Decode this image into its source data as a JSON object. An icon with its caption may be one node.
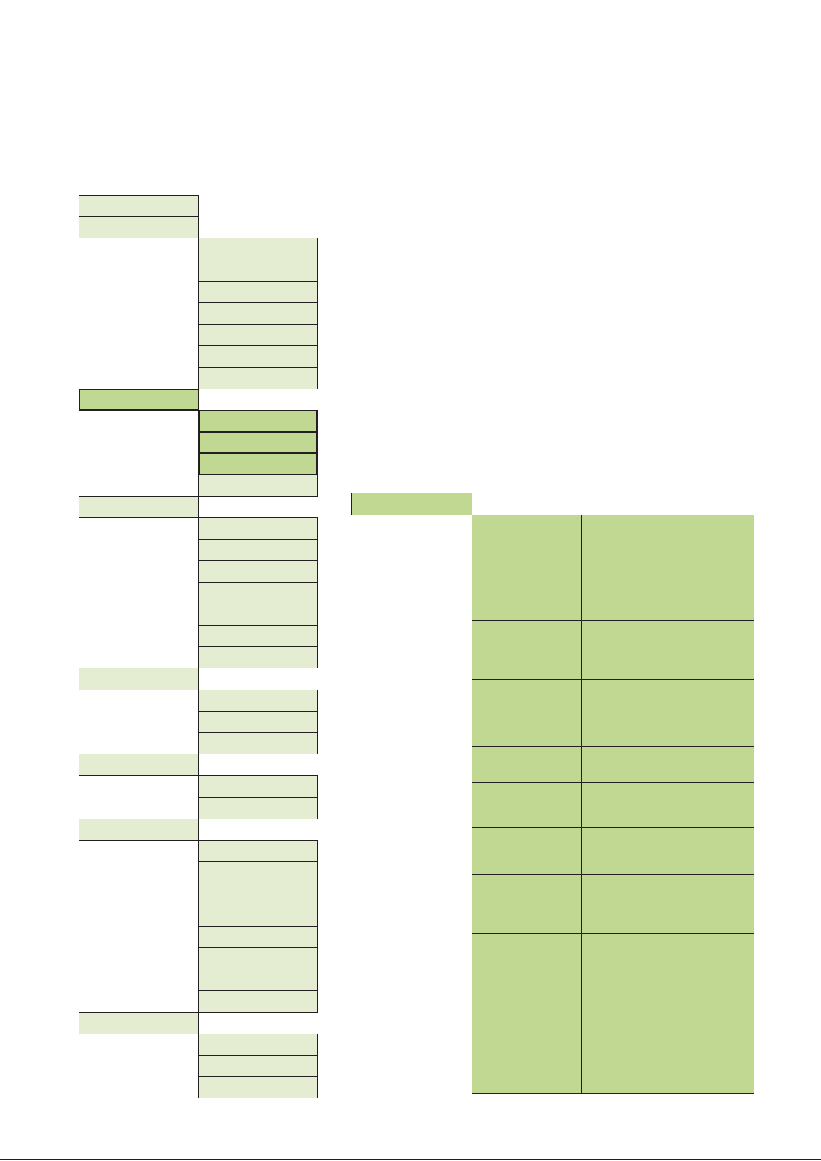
{
  "diagram": {
    "nodes": [
      {
        "text": [],
        "shape": "box"
      },
      {
        "text": [],
        "shape": "box"
      },
      {
        "text": [],
        "shape": "box"
      },
      {
        "text": [],
        "shape": "box"
      },
      {
        "text": [],
        "shape": "box"
      },
      {
        "text": [],
        "shape": "box"
      },
      {
        "text": [],
        "shape": "box"
      },
      {
        "text": [],
        "shape": "box"
      },
      {
        "text": [],
        "shape": "box"
      },
      {
        "text": [],
        "shape": "box"
      },
      {
        "text": [],
        "shape": "box"
      },
      {
        "text": [],
        "shape": "box"
      },
      {
        "text": [],
        "shape": "box"
      },
      {
        "text": [],
        "shape": "box"
      },
      {
        "text": [],
        "shape": "box"
      },
      {
        "text": [],
        "shape": "box"
      },
      {
        "text": [],
        "shape": "box"
      },
      {
        "text": [],
        "shape": "box"
      },
      {
        "text": [],
        "shape": "box"
      },
      {
        "text": [],
        "shape": "box"
      },
      {
        "text": [],
        "shape": "box"
      },
      {
        "text": [],
        "shape": "box"
      },
      {
        "text": [],
        "shape": "box"
      },
      {
        "text": [],
        "shape": "box"
      },
      {
        "text": [],
        "shape": "box"
      },
      {
        "text": [],
        "shape": "box"
      },
      {
        "text": [],
        "shape": "box"
      },
      {
        "text": [],
        "shape": "box"
      },
      {
        "text": [],
        "shape": "box"
      },
      {
        "text": [],
        "shape": "box"
      },
      {
        "text": [],
        "shape": "box"
      },
      {
        "text": [],
        "shape": "box"
      },
      {
        "text": [],
        "shape": "box"
      },
      {
        "text": [],
        "shape": "box"
      },
      {
        "text": [],
        "shape": "box"
      },
      {
        "text": [],
        "shape": "box"
      },
      {
        "text": [],
        "shape": "box"
      },
      {
        "text": [],
        "shape": "box"
      },
      {
        "text": [],
        "shape": "box"
      },
      {
        "text": [],
        "shape": "box"
      },
      {
        "text": [],
        "shape": "box"
      },
      {
        "text": [],
        "shape": "box"
      },
      {
        "text": [],
        "shape": "box"
      },
      {
        "text": [],
        "shape": "box"
      },
      {
        "text": [],
        "shape": "box"
      },
      {
        "text": [],
        "shape": "box"
      },
      {
        "text": [],
        "shape": "box"
      },
      {
        "text": [],
        "shape": "box"
      },
      {
        "text": [],
        "shape": "box"
      },
      {
        "text": [],
        "shape": "box"
      },
      {
        "text": [],
        "shape": "box"
      },
      {
        "text": [],
        "shape": "box"
      },
      {
        "text": [],
        "shape": "box"
      },
      {
        "text": [],
        "shape": "box"
      },
      {
        "text": [],
        "shape": "box"
      },
      {
        "text": [],
        "shape": "box"
      },
      {
        "text": [],
        "shape": "box"
      },
      {
        "text": [],
        "shape": "box"
      },
      {
        "text": [],
        "shape": "box"
      },
      {
        "text": [],
        "shape": "box"
      },
      {
        "text": [],
        "shape": "box"
      },
      {
        "text": [],
        "shape": "box"
      },
      {
        "text": [],
        "shape": "box"
      },
      {
        "text": [],
        "shape": "box"
      },
      {
        "text": [],
        "shape": "box"
      }
    ]
  }
}
